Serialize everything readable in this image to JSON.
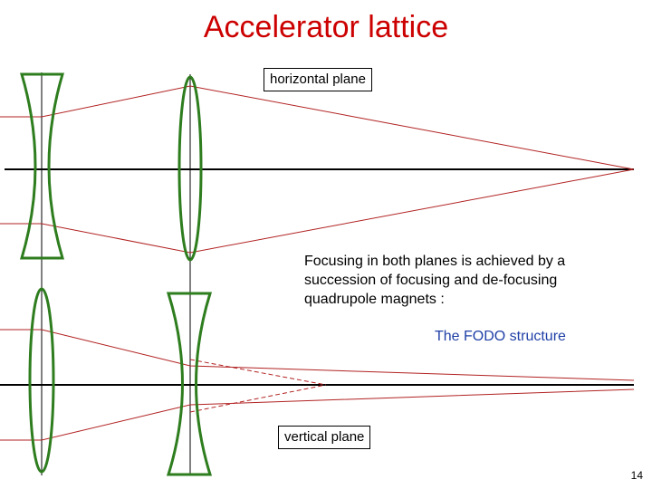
{
  "slide": {
    "title": "Accelerator lattice",
    "horizontal_label": "horizontal plane",
    "vertical_label": "vertical plane",
    "description": "Focusing in both planes is achieved  by a succession of focusing and de-focusing quadrupole magnets :",
    "fodo_label": "The FODO structure",
    "page_number": "14"
  },
  "colors": {
    "title": "#cc0000",
    "lens": "#2e7d1e",
    "ray": "#b22222",
    "axis": "#000000",
    "fodo_text": "#1f3fa6"
  }
}
